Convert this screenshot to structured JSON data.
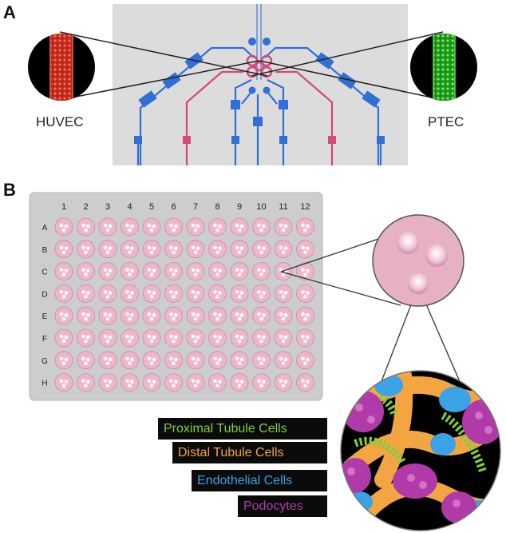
{
  "panel_a": {
    "letter": "A",
    "left_label": "HUVEC",
    "right_label": "PTEC",
    "left_fill_color": "#d83a2a",
    "right_fill_color": "#3fbf34"
  },
  "panel_b": {
    "letter": "B",
    "plate": {
      "columns": [
        "1",
        "2",
        "3",
        "4",
        "5",
        "6",
        "7",
        "8",
        "9",
        "10",
        "11",
        "12"
      ],
      "rows": [
        "A",
        "B",
        "C",
        "D",
        "E",
        "F",
        "G",
        "H"
      ]
    },
    "legend": [
      {
        "label": "Proximal Tubule Cells",
        "color": "#7fd13b"
      },
      {
        "label": "Distal Tubule Cells",
        "color": "#f3a541"
      },
      {
        "label": "Endothelial Cells",
        "color": "#3aa3e6"
      },
      {
        "label": "Podocytes",
        "color": "#b03aa8"
      }
    ]
  },
  "colors": {
    "channel_blue": "#2f6fd6",
    "channel_pink": "#d4487a",
    "chip_bg": "#dcdcdc",
    "plate_bg": "#cdcdcd",
    "well_pink": "#ecb7cc"
  }
}
